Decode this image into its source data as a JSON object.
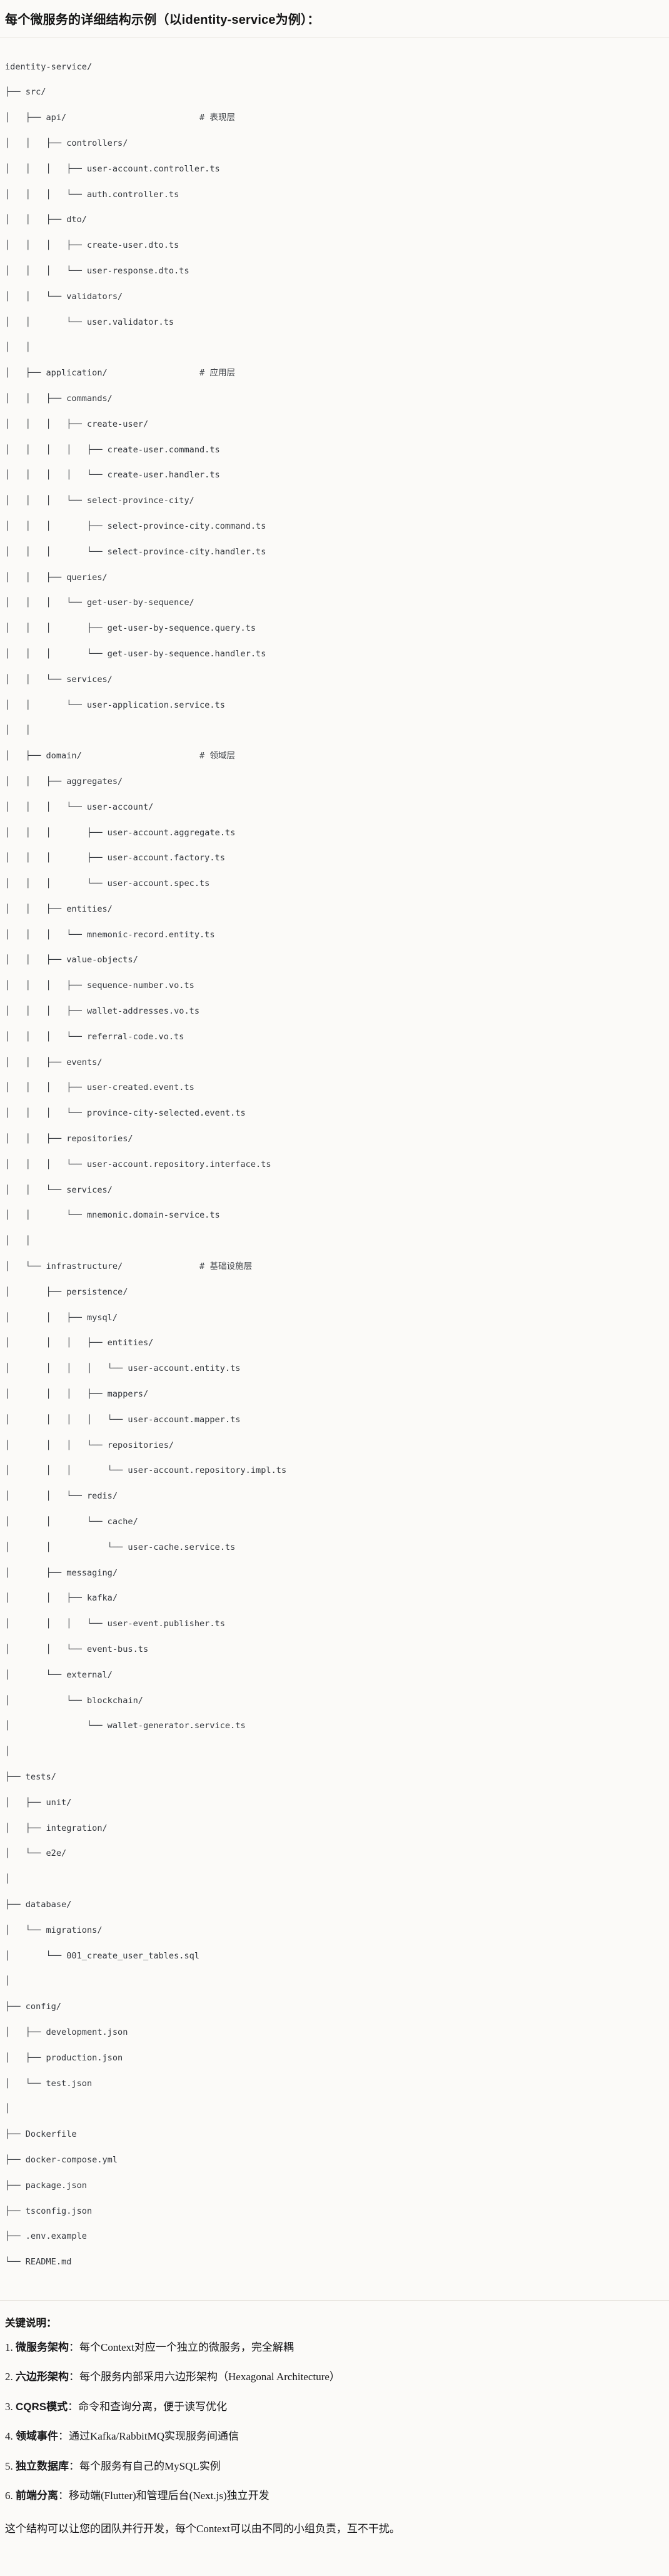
{
  "heading": "每个微服务的详细结构示例（以identity-service为例）：",
  "tree": {
    "root": "identity-service/",
    "lines": [
      {
        "text": "identity-service/",
        "comment": ""
      },
      {
        "text": "├── src/",
        "comment": ""
      },
      {
        "text": "│   ├── api/",
        "comment": "# 表现层"
      },
      {
        "text": "│   │   ├── controllers/",
        "comment": ""
      },
      {
        "text": "│   │   │   ├── user-account.controller.ts",
        "comment": ""
      },
      {
        "text": "│   │   │   └── auth.controller.ts",
        "comment": ""
      },
      {
        "text": "│   │   ├── dto/",
        "comment": ""
      },
      {
        "text": "│   │   │   ├── create-user.dto.ts",
        "comment": ""
      },
      {
        "text": "│   │   │   └── user-response.dto.ts",
        "comment": ""
      },
      {
        "text": "│   │   └── validators/",
        "comment": ""
      },
      {
        "text": "│   │       └── user.validator.ts",
        "comment": ""
      },
      {
        "text": "│   │",
        "comment": ""
      },
      {
        "text": "│   ├── application/",
        "comment": "# 应用层"
      },
      {
        "text": "│   │   ├── commands/",
        "comment": ""
      },
      {
        "text": "│   │   │   ├── create-user/",
        "comment": ""
      },
      {
        "text": "│   │   │   │   ├── create-user.command.ts",
        "comment": ""
      },
      {
        "text": "│   │   │   │   └── create-user.handler.ts",
        "comment": ""
      },
      {
        "text": "│   │   │   └── select-province-city/",
        "comment": ""
      },
      {
        "text": "│   │   │       ├── select-province-city.command.ts",
        "comment": ""
      },
      {
        "text": "│   │   │       └── select-province-city.handler.ts",
        "comment": ""
      },
      {
        "text": "│   │   ├── queries/",
        "comment": ""
      },
      {
        "text": "│   │   │   └── get-user-by-sequence/",
        "comment": ""
      },
      {
        "text": "│   │   │       ├── get-user-by-sequence.query.ts",
        "comment": ""
      },
      {
        "text": "│   │   │       └── get-user-by-sequence.handler.ts",
        "comment": ""
      },
      {
        "text": "│   │   └── services/",
        "comment": ""
      },
      {
        "text": "│   │       └── user-application.service.ts",
        "comment": ""
      },
      {
        "text": "│   │",
        "comment": ""
      },
      {
        "text": "│   ├── domain/",
        "comment": "# 领域层"
      },
      {
        "text": "│   │   ├── aggregates/",
        "comment": ""
      },
      {
        "text": "│   │   │   └── user-account/",
        "comment": ""
      },
      {
        "text": "│   │   │       ├── user-account.aggregate.ts",
        "comment": ""
      },
      {
        "text": "│   │   │       ├── user-account.factory.ts",
        "comment": ""
      },
      {
        "text": "│   │   │       └── user-account.spec.ts",
        "comment": ""
      },
      {
        "text": "│   │   ├── entities/",
        "comment": ""
      },
      {
        "text": "│   │   │   └── mnemonic-record.entity.ts",
        "comment": ""
      },
      {
        "text": "│   │   ├── value-objects/",
        "comment": ""
      },
      {
        "text": "│   │   │   ├── sequence-number.vo.ts",
        "comment": ""
      },
      {
        "text": "│   │   │   ├── wallet-addresses.vo.ts",
        "comment": ""
      },
      {
        "text": "│   │   │   └── referral-code.vo.ts",
        "comment": ""
      },
      {
        "text": "│   │   ├── events/",
        "comment": ""
      },
      {
        "text": "│   │   │   ├── user-created.event.ts",
        "comment": ""
      },
      {
        "text": "│   │   │   └── province-city-selected.event.ts",
        "comment": ""
      },
      {
        "text": "│   │   ├── repositories/",
        "comment": ""
      },
      {
        "text": "│   │   │   └── user-account.repository.interface.ts",
        "comment": ""
      },
      {
        "text": "│   │   └── services/",
        "comment": ""
      },
      {
        "text": "│   │       └── mnemonic.domain-service.ts",
        "comment": ""
      },
      {
        "text": "│   │",
        "comment": ""
      },
      {
        "text": "│   └── infrastructure/",
        "comment": "# 基础设施层"
      },
      {
        "text": "│       ├── persistence/",
        "comment": ""
      },
      {
        "text": "│       │   ├── mysql/",
        "comment": ""
      },
      {
        "text": "│       │   │   ├── entities/",
        "comment": ""
      },
      {
        "text": "│       │   │   │   └── user-account.entity.ts",
        "comment": ""
      },
      {
        "text": "│       │   │   ├── mappers/",
        "comment": ""
      },
      {
        "text": "│       │   │   │   └── user-account.mapper.ts",
        "comment": ""
      },
      {
        "text": "│       │   │   └── repositories/",
        "comment": ""
      },
      {
        "text": "│       │   │       └── user-account.repository.impl.ts",
        "comment": ""
      },
      {
        "text": "│       │   └── redis/",
        "comment": ""
      },
      {
        "text": "│       │       └── cache/",
        "comment": ""
      },
      {
        "text": "│       │           └── user-cache.service.ts",
        "comment": ""
      },
      {
        "text": "│       ├── messaging/",
        "comment": ""
      },
      {
        "text": "│       │   ├── kafka/",
        "comment": ""
      },
      {
        "text": "│       │   │   └── user-event.publisher.ts",
        "comment": ""
      },
      {
        "text": "│       │   └── event-bus.ts",
        "comment": ""
      },
      {
        "text": "│       └── external/",
        "comment": ""
      },
      {
        "text": "│           └── blockchain/",
        "comment": ""
      },
      {
        "text": "│               └── wallet-generator.service.ts",
        "comment": ""
      },
      {
        "text": "│",
        "comment": ""
      },
      {
        "text": "├── tests/",
        "comment": ""
      },
      {
        "text": "│   ├── unit/",
        "comment": ""
      },
      {
        "text": "│   ├── integration/",
        "comment": ""
      },
      {
        "text": "│   └── e2e/",
        "comment": ""
      },
      {
        "text": "│",
        "comment": ""
      },
      {
        "text": "├── database/",
        "comment": ""
      },
      {
        "text": "│   └── migrations/",
        "comment": ""
      },
      {
        "text": "│       └── 001_create_user_tables.sql",
        "comment": ""
      },
      {
        "text": "│",
        "comment": ""
      },
      {
        "text": "├── config/",
        "comment": ""
      },
      {
        "text": "│   ├── development.json",
        "comment": ""
      },
      {
        "text": "│   ├── production.json",
        "comment": ""
      },
      {
        "text": "│   └── test.json",
        "comment": ""
      },
      {
        "text": "│",
        "comment": ""
      },
      {
        "text": "├── Dockerfile",
        "comment": ""
      },
      {
        "text": "├── docker-compose.yml",
        "comment": ""
      },
      {
        "text": "├── package.json",
        "comment": ""
      },
      {
        "text": "├── tsconfig.json",
        "comment": ""
      },
      {
        "text": "├── .env.example",
        "comment": ""
      },
      {
        "text": "└── README.md",
        "comment": ""
      }
    ],
    "comment_column": 38
  },
  "notes": {
    "title": "关键说明：",
    "items": [
      {
        "num": "1.",
        "label": "微服务架构",
        "sep": "：",
        "desc": "每个Context对应一个独立的微服务，完全解耦"
      },
      {
        "num": "2.",
        "label": "六边形架构",
        "sep": "：",
        "desc": "每个服务内部采用六边形架构（Hexagonal Architecture）"
      },
      {
        "num": "3.",
        "label": "CQRS模式",
        "sep": "：",
        "desc": "命令和查询分离，便于读写优化"
      },
      {
        "num": "4.",
        "label": "领域事件",
        "sep": "：",
        "desc": "通过Kafka/RabbitMQ实现服务间通信"
      },
      {
        "num": "5.",
        "label": "独立数据库",
        "sep": "：",
        "desc": "每个服务有自己的MySQL实例"
      },
      {
        "num": "6.",
        "label": "前端分离",
        "sep": "：",
        "desc": "移动端(Flutter)和管理后台(Next.js)独立开发"
      }
    ],
    "closing": "这个结构可以让您的团队并行开发，每个Context可以由不同的小组负责，互不干扰。"
  },
  "colors": {
    "background": "#fbfaf8",
    "text": "#17171a",
    "code_text": "#33373d",
    "divider": "#e6e3dd"
  }
}
